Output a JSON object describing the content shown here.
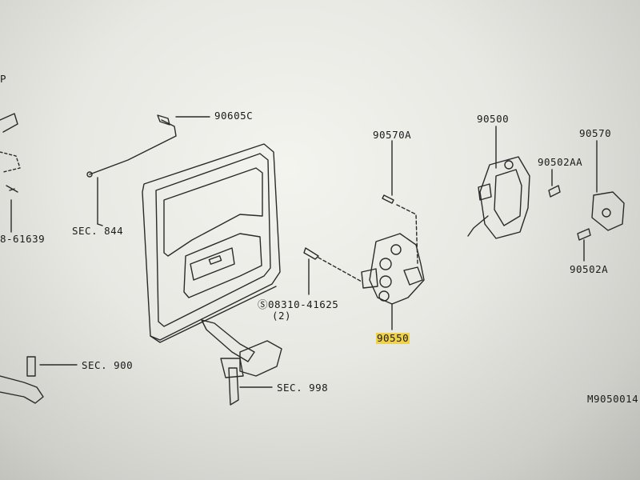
{
  "labels": {
    "l_90605C": "90605C",
    "l_sec844": "SEC. 844",
    "l_61639": "8-61639",
    "l_p": "P",
    "l_90570A": "90570A",
    "l_90500": "90500",
    "l_90502AA": "90502AA",
    "l_90570": "90570",
    "l_90502A": "90502A",
    "l_08310": "08310-41625",
    "l_qty": "(2)",
    "l_90550": "90550",
    "l_sec900": "SEC. 900",
    "l_sec998": "SEC. 998",
    "l_fig": "M9050014"
  },
  "highlight_color": "#f0d24a"
}
